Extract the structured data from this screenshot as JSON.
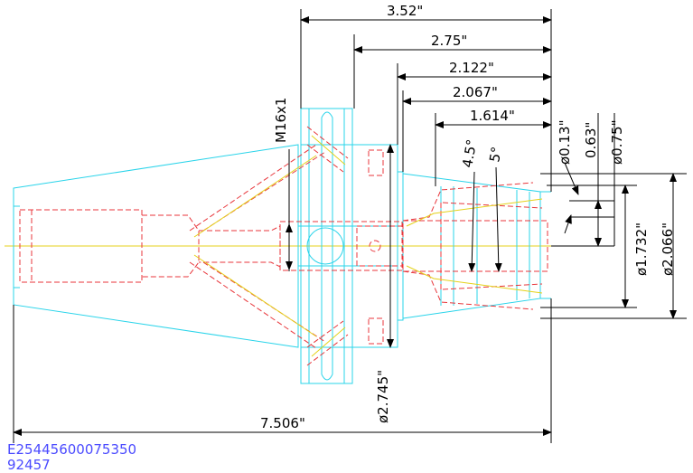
{
  "dimensions": {
    "len_3_52": "3.52\"",
    "len_2_75": "2.75\"",
    "len_2_122": "2.122\"",
    "len_2_067": "2.067\"",
    "len_1_614": "1.614\"",
    "thread": "M16x1",
    "angle_4_5": "4.5°",
    "angle_5": "5°",
    "dia_0_13": "ø0.13\"",
    "len_0_63": "0.63\"",
    "dia_0_75": "ø0.75\"",
    "dia_1_732": "ø1.732\"",
    "dia_2_066": "ø2.066\"",
    "dia_2_745": "ø2.745\"",
    "len_7_506": "7.506\""
  },
  "part": {
    "number": "E25445600075350",
    "code": "92457"
  },
  "colors": {
    "outline": "#2ad4ea",
    "hidden": "#e8363b",
    "centerline": "#e4d21a",
    "dimension": "#000000",
    "part_text": "#4b4bff"
  }
}
